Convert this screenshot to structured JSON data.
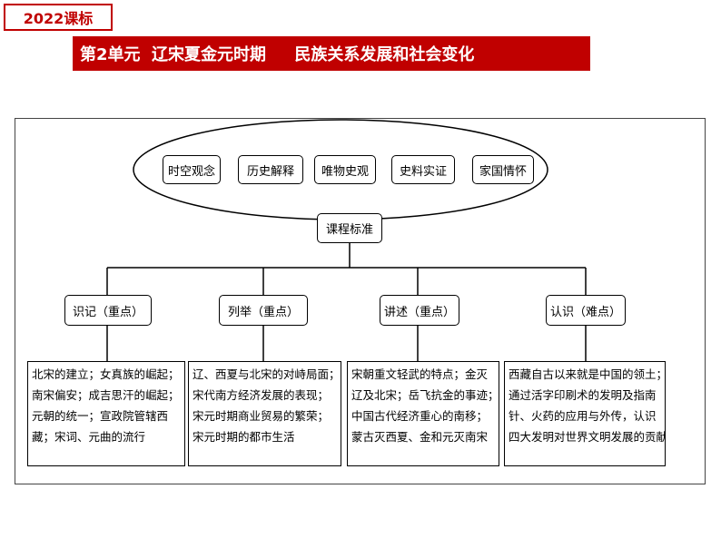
{
  "header": {
    "tag": "2022课标",
    "title": "第2单元  辽宋夏金元时期     民族关系发展和社会变化"
  },
  "diagram": {
    "competencies": [
      "时空观念",
      "历史解释",
      "唯物史观",
      "史料实证",
      "家国情怀"
    ],
    "center": "课程标准",
    "requirements": [
      "识记（重点）",
      "列举（重点）",
      "讲述（重点）",
      "认识（难点）"
    ],
    "details": [
      "北宋的建立；女真族的崛起；\n南宋偏安；成吉思汗的崛起；\n元朝的统一；宣政院管辖西\n藏；宋词、元曲的流行",
      "辽、西夏与北宋的对峙局面；\n宋代南方经济发展的表现；\n宋元时期商业贸易的繁荣；\n宋元时期的都市生活",
      "宋朝重文轻武的特点；金灭\n辽及北宋；岳飞抗金的事迹；\n中国古代经济重心的南移；\n蒙古灭西夏、金和元灭南宋",
      "西藏自古以来就是中国的领土；\n通过活字印刷术的发明及指南\n针、火药的应用与外传，认识\n四大发明对世界文明发展的贡献"
    ]
  }
}
